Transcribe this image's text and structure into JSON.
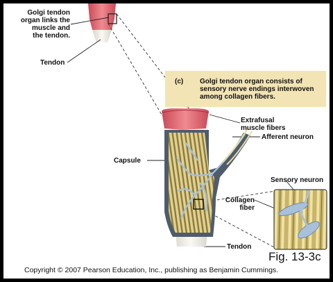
{
  "labels": {
    "golgi_links": [
      "Golgi tendon",
      "organ links the",
      "muscle and",
      "the tendon."
    ],
    "tendon_top": "Tendon",
    "capsule": "Capsule",
    "extrafusal": [
      "Extrafusal",
      "muscle fibers"
    ],
    "afferent": "Afferent neuron",
    "sensory": "Sensory neuron",
    "collagen": [
      "Collagen",
      "fiber"
    ],
    "tendon_bottom": "Tendon"
  },
  "caption": {
    "tag": "(c)",
    "bold": "Golgi tendon organ",
    "rest": " consists of sensory nerve endings interwoven among collagen fibers."
  },
  "figure_label": "Fig. 13-3c",
  "copyright": "Copyright © 2007 Pearson Education, Inc., publishing as Benjamin Cummings.",
  "colors": {
    "muscle": "#e0707a",
    "tendon": "#f2eee6",
    "capsule": "#5b6a78",
    "collagen": "#d9c98a",
    "nerve": "#9fb8d6",
    "caption_bg": "#f3e4b6"
  }
}
